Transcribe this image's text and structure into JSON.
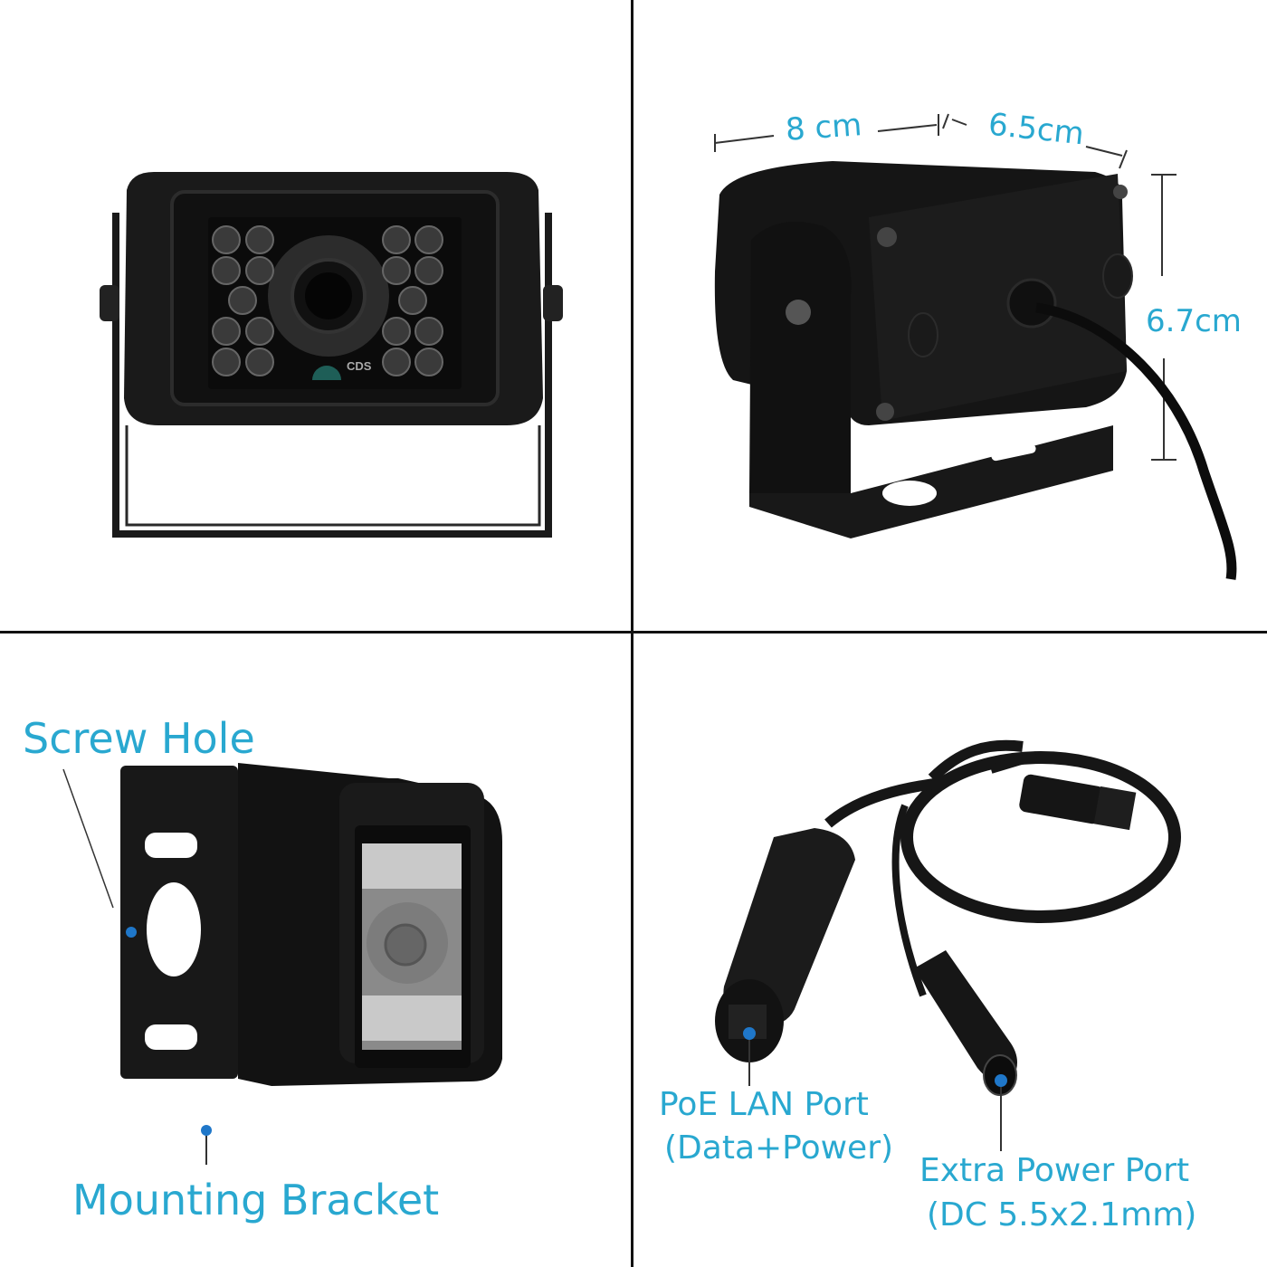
{
  "panels": {
    "front_view": {
      "cds_label": "CDS",
      "ir_led_count": 18
    },
    "dimensions": {
      "width_label": "8 cm",
      "depth_label": "6.5cm",
      "height_label": "6.7cm"
    },
    "bracket_view": {
      "screw_hole_label": "Screw Hole",
      "mounting_bracket_label": "Mounting Bracket"
    },
    "cable_view": {
      "poe_port_label": "PoE LAN Port",
      "poe_port_sub": "(Data+Power)",
      "power_port_label": "Extra Power Port",
      "power_port_sub": "(DC 5.5x2.1mm)"
    }
  },
  "colors": {
    "label_text": "#29a8d0",
    "callout_dot": "#1f77c9",
    "product_body": "#141414",
    "divider": "#111111"
  }
}
